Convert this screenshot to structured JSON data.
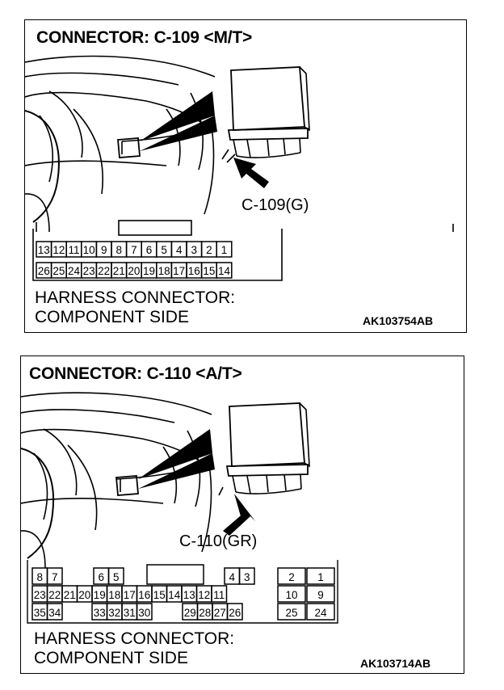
{
  "panels": [
    {
      "title": "CONNECTOR: C-109 <M/T>",
      "connector_label": "C-109(G)",
      "harness_line1": "HARNESS CONNECTOR:",
      "harness_line2": "COMPONENT SIDE",
      "code": "AK103754AB",
      "pins_top": [
        "13",
        "12",
        "11",
        "10",
        "9",
        "8",
        "7",
        "6",
        "5",
        "4",
        "3",
        "2",
        "1"
      ],
      "pins_bottom": [
        "26",
        "25",
        "24",
        "23",
        "22",
        "21",
        "20",
        "19",
        "18",
        "17",
        "16",
        "15",
        "14"
      ]
    },
    {
      "title": "CONNECTOR: C-110 <A/T>",
      "connector_label": "C-110(GR)",
      "harness_line1": "HARNESS CONNECTOR:",
      "harness_line2": "COMPONENT SIDE",
      "code": "AK103714AB",
      "pins_row1": [
        "8",
        "7",
        "6",
        "5",
        "4",
        "3",
        "2",
        "1"
      ],
      "pins_row2": [
        "23",
        "22",
        "21",
        "20",
        "19",
        "18",
        "17",
        "16",
        "15",
        "14",
        "13",
        "12",
        "11",
        "10",
        "9"
      ],
      "pins_row3": [
        "35",
        "34",
        "33",
        "32",
        "31",
        "30",
        "29",
        "28",
        "27",
        "26",
        "25",
        "24"
      ]
    }
  ]
}
